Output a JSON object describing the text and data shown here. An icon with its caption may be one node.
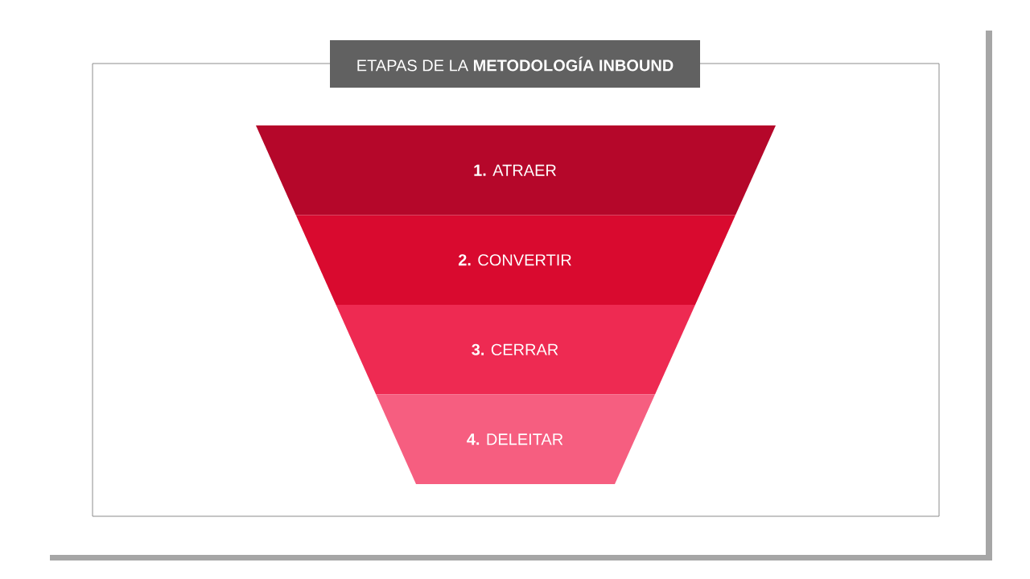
{
  "diagram": {
    "title": "ETAPAS DE LA **METODOLOGÍA INBOUND**",
    "nodes": [
      {
        "text": [
          "**1.** ATRAER"
        ]
      },
      {
        "text": [
          "**2.** CONVERTIR"
        ]
      },
      {
        "text": [
          "**3.** CERRAR"
        ]
      },
      {
        "text": [
          "**4.** DELEITAR"
        ]
      }
    ]
  }
}
